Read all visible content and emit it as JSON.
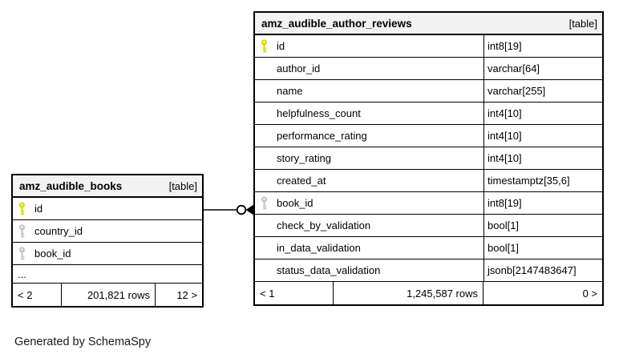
{
  "footer_note": "Generated by SchemaSpy",
  "colors": {
    "primary_key": "#d8dd00",
    "foreign_key": "#c6c6c6",
    "header_bg": "#f2f2f2",
    "border": "#000000",
    "row_bg": "#ffffff"
  },
  "connector": {
    "from_table": "amz_audible_books",
    "from_column": "id",
    "to_table": "amz_audible_author_reviews",
    "to_column": "book_id",
    "style": "zero-or-many"
  },
  "tables": {
    "books": {
      "name": "amz_audible_books",
      "badge": "[table]",
      "columns": [
        {
          "name": "id",
          "key": "pk"
        },
        {
          "name": "country_id",
          "key": "fk"
        },
        {
          "name": "book_id",
          "key": "fk"
        },
        {
          "name": "...",
          "key": null,
          "ellipsis": true
        }
      ],
      "footer": {
        "left": "< 2",
        "center": "201,821 rows",
        "right": "12 >"
      }
    },
    "reviews": {
      "name": "amz_audible_author_reviews",
      "badge": "[table]",
      "columns": [
        {
          "name": "id",
          "type": "int8[19]",
          "key": "pk"
        },
        {
          "name": "author_id",
          "type": "varchar[64]",
          "key": null
        },
        {
          "name": "name",
          "type": "varchar[255]",
          "key": null
        },
        {
          "name": "helpfulness_count",
          "type": "int4[10]",
          "key": null
        },
        {
          "name": "performance_rating",
          "type": "int4[10]",
          "key": null
        },
        {
          "name": "story_rating",
          "type": "int4[10]",
          "key": null
        },
        {
          "name": "created_at",
          "type": "timestamptz[35,6]",
          "key": null
        },
        {
          "name": "book_id",
          "type": "int8[19]",
          "key": "fk"
        },
        {
          "name": "check_by_validation",
          "type": "bool[1]",
          "key": null
        },
        {
          "name": "in_data_validation",
          "type": "bool[1]",
          "key": null
        },
        {
          "name": "status_data_validation",
          "type": "jsonb[2147483647]",
          "key": null
        }
      ],
      "footer": {
        "left": "< 1",
        "center": "1,245,587 rows",
        "right": "0 >"
      }
    }
  }
}
